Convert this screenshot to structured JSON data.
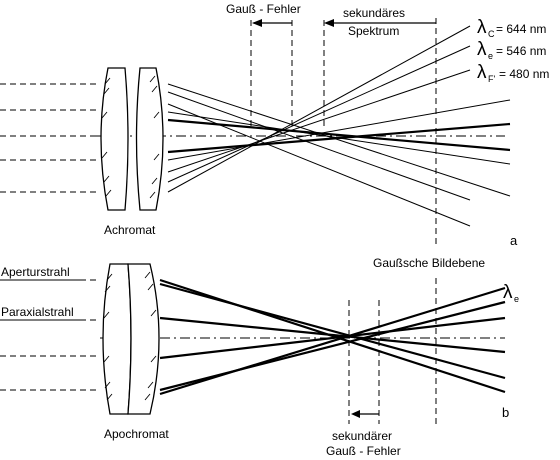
{
  "top": {
    "gauss_error_label": "Gauß - Fehler",
    "secondary_spectrum_line1": "sekundäres",
    "secondary_spectrum_line2": "Spektrum",
    "lens_label": "Achromat",
    "panel_letter": "a",
    "image_plane_label": "Gaußsche Bildebene",
    "wavelengths": [
      {
        "symbol": "λ",
        "subscript": "C",
        "value": "= 644 nm"
      },
      {
        "symbol": "λ",
        "subscript": "e",
        "value": "= 546 nm"
      },
      {
        "symbol": "λ",
        "subscript": "F'",
        "value": "= 480 nm"
      }
    ]
  },
  "bottom": {
    "aperture_ray_label": "Aperturstrahl",
    "paraxial_ray_label": "Paraxialstrahl",
    "lens_label": "Apochromat",
    "panel_letter": "b",
    "wavelength": {
      "symbol": "λ",
      "subscript": "e"
    },
    "secondary_error_line1": "sekundärer",
    "secondary_error_line2": "Gauß - Fehler"
  }
}
